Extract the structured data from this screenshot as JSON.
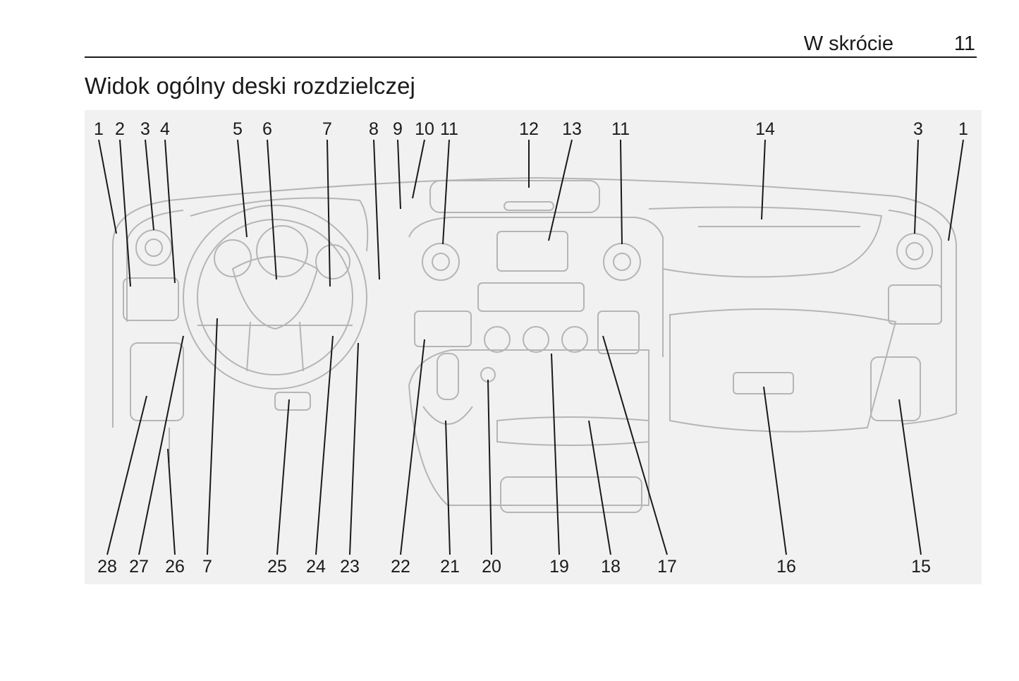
{
  "header": {
    "section": "W skrócie",
    "page_number": "11"
  },
  "page_title": "Widok ogólny deski rozdzielczej",
  "figure": {
    "top_labels": [
      "1",
      "2",
      "3",
      "4",
      "5",
      "6",
      "7",
      "8",
      "9",
      "10",
      "11",
      "12",
      "13",
      "11",
      "14",
      "3",
      "1"
    ],
    "bottom_labels": [
      "28",
      "27",
      "26",
      "7",
      "25",
      "24",
      "23",
      "22",
      "21",
      "20",
      "19",
      "18",
      "17",
      "16",
      "15"
    ]
  }
}
